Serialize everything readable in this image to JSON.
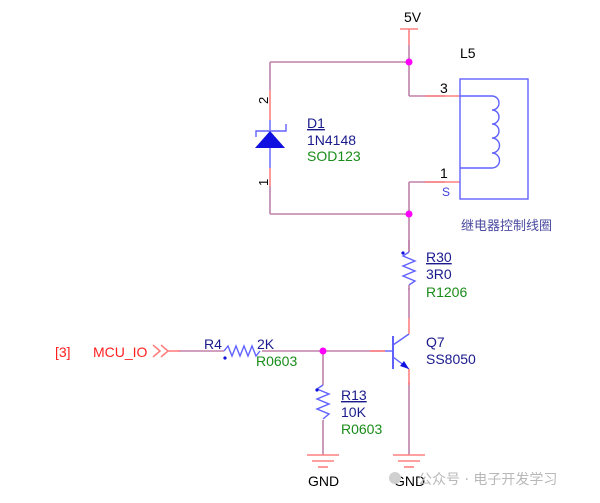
{
  "power": {
    "label": "5V"
  },
  "relay_coil": {
    "ref": "L5",
    "pin_top": "3",
    "pin_bottom": "1",
    "pin_bottom_tag": "S",
    "caption": "继电器控制线圈"
  },
  "diode": {
    "ref": "D1",
    "value": "1N4148",
    "footprint": "SOD123",
    "pin_top": "2",
    "pin_bottom": "1"
  },
  "r30": {
    "ref": "R30",
    "value": "3R0",
    "footprint": "R1206"
  },
  "r4": {
    "ref": "R4",
    "value": "2K",
    "footprint": "R0603"
  },
  "r13": {
    "ref": "R13",
    "value": "10K",
    "footprint": "R0603"
  },
  "transistor": {
    "ref": "Q7",
    "value": "SS8050"
  },
  "port": {
    "sheet_ref": "[3]",
    "net": "MCU_IO"
  },
  "ground": {
    "left_label": "GND",
    "right_label": "GND"
  },
  "watermark": {
    "text": "公众号 · 电子开发学习"
  },
  "colors": {
    "wire": "#c080a8",
    "pin": "#ff8080",
    "symbol": "#6060ff",
    "junction": "#ff00ff",
    "designator": "#1a1a8c",
    "footprint": "#1a8c1a",
    "port": "#ff2020"
  }
}
